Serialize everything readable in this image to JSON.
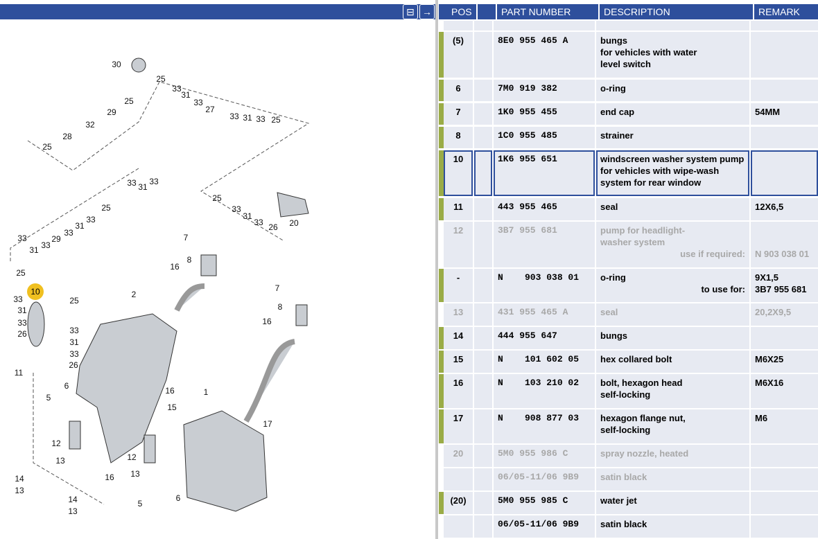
{
  "toolbar": {
    "btn1": "⊟",
    "btn2": "→"
  },
  "table": {
    "headers": {
      "pos": "POS",
      "blank": "",
      "part": "PART NUMBER",
      "desc": "DESCRIPTION",
      "remark": "REMARK"
    },
    "rows": [
      {
        "pos": "(5)",
        "part": "8E0 955 465 A",
        "desc": [
          "bungs",
          "for vehicles with water",
          "level switch"
        ],
        "remark": ""
      },
      {
        "pos": "6",
        "part": "7M0 919 382",
        "desc": [
          "o-ring"
        ],
        "remark": ""
      },
      {
        "pos": "7",
        "part": "1K0 955 455",
        "desc": [
          "end cap"
        ],
        "remark": "54MM"
      },
      {
        "pos": "8",
        "part": "1C0 955 485",
        "desc": [
          "strainer"
        ],
        "remark": ""
      },
      {
        "pos": "10",
        "part": "1K6 955 651",
        "desc": [
          "windscreen washer system pump",
          "for vehicles with wipe-wash",
          "system for rear window"
        ],
        "remark": ""
      },
      {
        "pos": "11",
        "part": "443 955 465",
        "desc": [
          "seal"
        ],
        "remark": "12X6,5"
      },
      {
        "pos": "12",
        "part": "3B7 955 681",
        "desc": [
          "pump for headlight-",
          "washer system"
        ],
        "note": "use if required:",
        "remark": "N   903 038 01"
      },
      {
        "pos": "-",
        "part": "N    903 038 01",
        "desc": [
          "o-ring"
        ],
        "note": "to use for:",
        "remark": "9X1,5",
        "remark2": "3B7 955 681"
      },
      {
        "pos": "13",
        "part": "431 955 465 A",
        "desc": [
          "seal"
        ],
        "remark": "20,2X9,5"
      },
      {
        "pos": "14",
        "part": "444 955 647",
        "desc": [
          "bungs"
        ],
        "remark": ""
      },
      {
        "pos": "15",
        "part": "N    101 602 05",
        "desc": [
          "hex collared bolt"
        ],
        "remark": "M6X25"
      },
      {
        "pos": "16",
        "part": "N    103 210 02",
        "desc": [
          "bolt, hexagon head",
          "self-locking"
        ],
        "remark": "M6X16"
      },
      {
        "pos": "17",
        "part": "N    908 877 03",
        "desc": [
          "hexagon flange nut,",
          "self-locking"
        ],
        "remark": "M6"
      },
      {
        "pos": "20",
        "part": "5M0 955 986 C",
        "desc": [
          "spray nozzle, heated"
        ],
        "remark": ""
      },
      {
        "pos": "",
        "part": "06/05-11/06 9B9",
        "desc": [
          "satin black"
        ],
        "remark": ""
      },
      {
        "pos": "(20)",
        "part": "5M0 955 985 C",
        "desc": [
          "water jet"
        ],
        "remark": ""
      },
      {
        "pos": "",
        "part": "06/05-11/06 9B9",
        "desc": [
          "satin black"
        ],
        "remark": ""
      }
    ]
  },
  "diagram": {
    "callouts": [
      "30",
      "25",
      "33",
      "31",
      "33",
      "27",
      "33",
      "31",
      "33",
      "25",
      "29",
      "25",
      "32",
      "28",
      "25",
      "33",
      "31",
      "33",
      "25",
      "33",
      "31",
      "33",
      "29",
      "33",
      "31",
      "33",
      "25",
      "33",
      "31",
      "33",
      "26",
      "20",
      "7",
      "8",
      "16",
      "2",
      "25",
      "10",
      "33",
      "31",
      "33",
      "26",
      "25",
      "33",
      "31",
      "33",
      "26",
      "11",
      "6",
      "5",
      "16",
      "15",
      "1",
      "16",
      "7",
      "8",
      "17",
      "12",
      "13",
      "12",
      "16",
      "13",
      "14",
      "13",
      "14",
      "13",
      "5",
      "6"
    ]
  },
  "colors": {
    "header": "#2e4f9c",
    "rowbg": "#e7eaf2",
    "marker": "#9aac46",
    "highlight": "#f0c020"
  }
}
